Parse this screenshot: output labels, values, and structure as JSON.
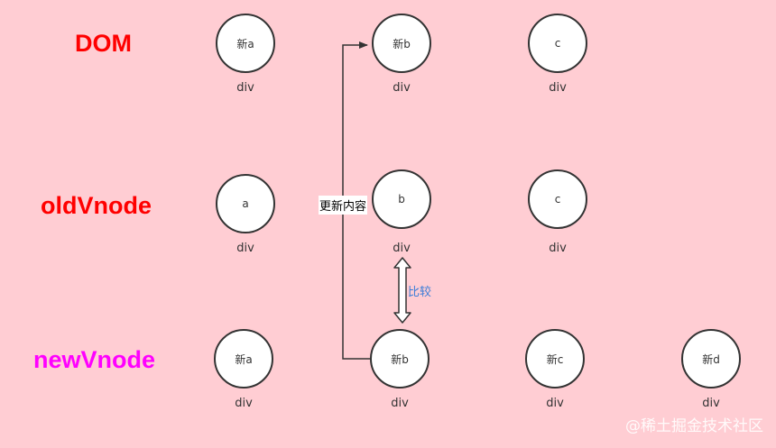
{
  "rows": {
    "dom": {
      "label": "DOM",
      "color": "#ff0000"
    },
    "old": {
      "label": "oldVnode",
      "color": "#ff0000"
    },
    "new": {
      "label": "newVnode",
      "color": "#ff00ff"
    }
  },
  "nodes": {
    "dom_a": {
      "text": "新a",
      "tag": "div"
    },
    "dom_b": {
      "text": "新b",
      "tag": "div"
    },
    "dom_c": {
      "text": "c",
      "tag": "div"
    },
    "old_a": {
      "text": "a",
      "tag": "div"
    },
    "old_b": {
      "text": "b",
      "tag": "div"
    },
    "old_c": {
      "text": "c",
      "tag": "div"
    },
    "new_a": {
      "text": "新a",
      "tag": "div"
    },
    "new_b": {
      "text": "新b",
      "tag": "div"
    },
    "new_c": {
      "text": "新c",
      "tag": "div"
    },
    "new_d": {
      "text": "新d",
      "tag": "div"
    }
  },
  "edges": {
    "update": {
      "label": "更新内容",
      "color": "#000000"
    },
    "compare": {
      "label": "比较",
      "color": "#3b7dd8"
    }
  },
  "watermark": "@稀土掘金技术社区"
}
